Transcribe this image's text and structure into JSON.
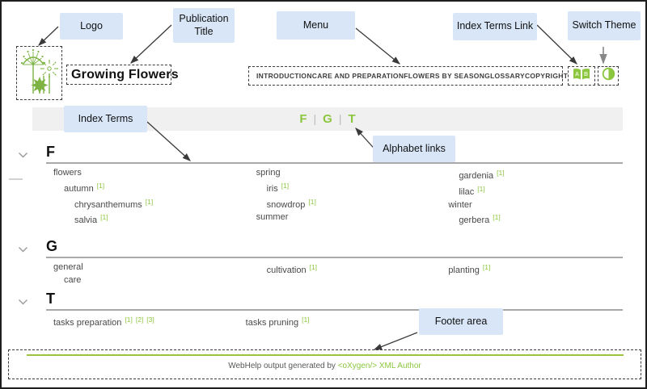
{
  "annotations": {
    "logo": "Logo",
    "publication_title": "Publication Title",
    "menu": "Menu",
    "index_terms_link": "Index Terms Link",
    "switch_theme": "Switch Theme",
    "index_terms": "Index Terms",
    "alphabet_links": "Alphabet links",
    "footer_area": "Footer area"
  },
  "header": {
    "title": "Growing Flowers",
    "menu_items": [
      "INTRODUCTION",
      "CARE AND PREPARATION",
      "FLOWERS BY SEASON",
      "GLOSSARY",
      "COPYRIGHT"
    ],
    "index_link_icon": "open-book-icon",
    "theme_icon": "half-circle-contrast-icon",
    "logo_icon": "dandelion-flowers-logo"
  },
  "alphabet_bar": {
    "letters": [
      "F",
      "G",
      "T"
    ],
    "separator": "|"
  },
  "index": {
    "sections": [
      {
        "letter": "F",
        "columns": [
          [
            {
              "text": "flowers",
              "depth": 0,
              "refs": []
            },
            {
              "text": "autumn",
              "depth": 1,
              "refs": [
                "1"
              ]
            },
            {
              "text": "chrysanthemums",
              "depth": 2,
              "refs": [
                "1"
              ]
            },
            {
              "text": "salvia",
              "depth": 2,
              "refs": [
                "1"
              ]
            }
          ],
          [
            {
              "text": "spring",
              "depth": 1,
              "refs": []
            },
            {
              "text": "iris",
              "depth": 2,
              "refs": [
                "1"
              ]
            },
            {
              "text": "snowdrop",
              "depth": 2,
              "refs": [
                "1"
              ]
            },
            {
              "text": "summer",
              "depth": 1,
              "refs": []
            }
          ],
          [
            {
              "text": "gardenia",
              "depth": 2,
              "refs": [
                "1"
              ]
            },
            {
              "text": "lilac",
              "depth": 2,
              "refs": [
                "1"
              ]
            },
            {
              "text": "winter",
              "depth": 1,
              "refs": []
            },
            {
              "text": "gerbera",
              "depth": 2,
              "refs": [
                "1"
              ]
            }
          ]
        ]
      },
      {
        "letter": "G",
        "columns": [
          [
            {
              "text": "general",
              "depth": 0,
              "refs": []
            },
            {
              "text": "care",
              "depth": 1,
              "refs": []
            }
          ],
          [
            {
              "text": "cultivation",
              "depth": 2,
              "refs": [
                "1"
              ]
            }
          ],
          [
            {
              "text": "planting",
              "depth": 1,
              "refs": [
                "1"
              ]
            }
          ]
        ]
      },
      {
        "letter": "T",
        "columns": [
          [
            {
              "text": "tasks preparation",
              "depth": 0,
              "refs": [
                "1",
                "2",
                "3"
              ]
            }
          ],
          [
            {
              "text": "tasks pruning",
              "depth": 0,
              "refs": [
                "1"
              ]
            }
          ],
          []
        ]
      }
    ]
  },
  "footer": {
    "prefix": "WebHelp output generated by ",
    "link": "<oXygen/> XML Author"
  },
  "colors": {
    "accent_green": "#8CC63F",
    "logo_green": "#7CB342",
    "callout_bg": "#D8E6F8",
    "bar_bg": "#F0F0F0",
    "term_text": "#494949",
    "menu_text": "#3d3d3d"
  }
}
